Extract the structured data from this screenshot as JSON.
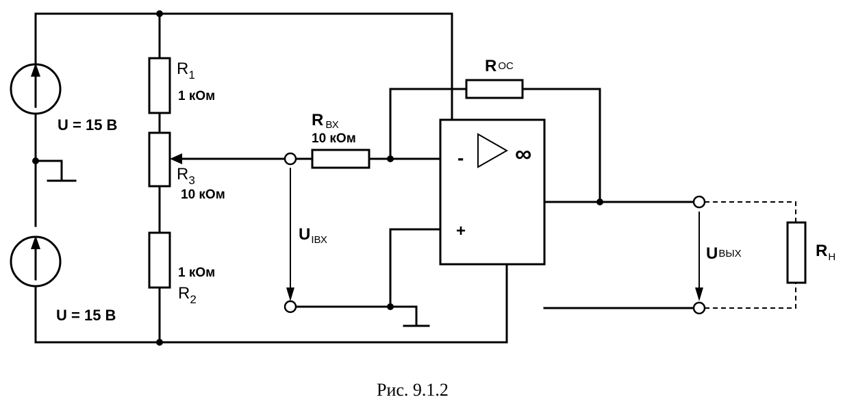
{
  "sources": {
    "top": {
      "main": "U = 15 В"
    },
    "bottom": {
      "main": "U  =  15 В"
    }
  },
  "resistors": {
    "r1": {
      "main": "R",
      "sub": "1",
      "value": "1 кОм"
    },
    "r3": {
      "main": "R",
      "sub": "3",
      "value": "10 кОм"
    },
    "r2": {
      "main": "R",
      "sub": "2",
      "value": "1 кОм"
    },
    "rin": {
      "main": "R",
      "sub": "ВХ",
      "value": "10 кОм"
    },
    "rfb": {
      "main": "R",
      "sub": "ОС"
    },
    "rload": {
      "main": "R",
      "sub": "Н"
    }
  },
  "opamp": {
    "inverting": "-",
    "noninverting": "+",
    "gain": "∞"
  },
  "voltages": {
    "input": {
      "main": "U",
      "sub": "IВХ"
    },
    "output": {
      "main": "U",
      "sub": "ВЫХ"
    }
  },
  "caption": "Рис. 9.1.2"
}
